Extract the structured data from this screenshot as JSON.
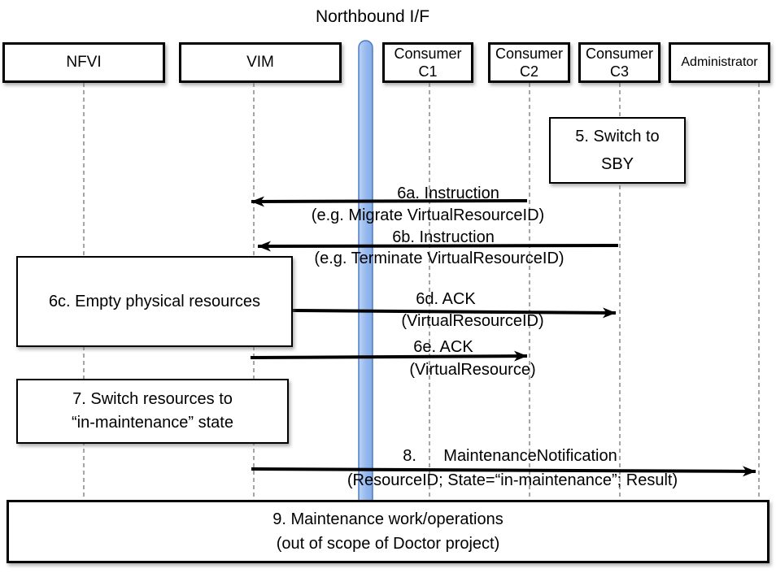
{
  "title": "Northbound I/F",
  "actors": [
    {
      "id": "nfvi",
      "line1": "NFVI",
      "line2": ""
    },
    {
      "id": "vim",
      "line1": "VIM",
      "line2": ""
    },
    {
      "id": "consumer-c1",
      "line1": "Consumer",
      "line2": "C1"
    },
    {
      "id": "consumer-c2",
      "line1": "Consumer",
      "line2": "C2"
    },
    {
      "id": "consumer-c3",
      "line1": "Consumer",
      "line2": "C3"
    },
    {
      "id": "administrator",
      "line1": "Administrator",
      "line2": ""
    }
  ],
  "notes": [
    {
      "id": "5",
      "line1": "5. Switch to",
      "line2": "SBY"
    },
    {
      "id": "6c",
      "line1": "6c. Empty physical resources",
      "line2": ""
    },
    {
      "id": "7",
      "line1": "7. Switch resources to",
      "line2": "“in-maintenance” state"
    },
    {
      "id": "9",
      "line1": "9. Maintenance work/operations",
      "line2": "(out of scope of Doctor project)"
    }
  ],
  "messages": [
    {
      "id": "6a",
      "label": "6a. Instruction",
      "params": "(e.g. Migrate VirtualResourceID)",
      "from": "Consumer C2",
      "to": "VIM"
    },
    {
      "id": "6b",
      "label": "6b. Instruction",
      "params": "(e.g. Terminate VirtualResourceID)",
      "from": "Consumer C3",
      "to": "VIM"
    },
    {
      "id": "6d",
      "label": "6d. ACK",
      "params": "(VirtualResourceID)",
      "from": "VIM",
      "to": "Consumer C3"
    },
    {
      "id": "6e",
      "label": "6e. ACK",
      "params": "(VirtualResource)",
      "from": "VIM",
      "to": "Consumer C2"
    },
    {
      "id": "8",
      "label": "8.      MaintenanceNotification",
      "params": "(ResourceID; State=“in-maintenance”; Result)",
      "from": "VIM",
      "to": "Administrator"
    }
  ],
  "colors": {
    "bar_fill_light": "#bdd3f6",
    "bar_fill_mid": "#94b8ee",
    "bar_fill_dark": "#88ade7",
    "bar_border": "#4d7cc6",
    "lifeline": "#7f7f7f",
    "arrow": "#000000"
  }
}
